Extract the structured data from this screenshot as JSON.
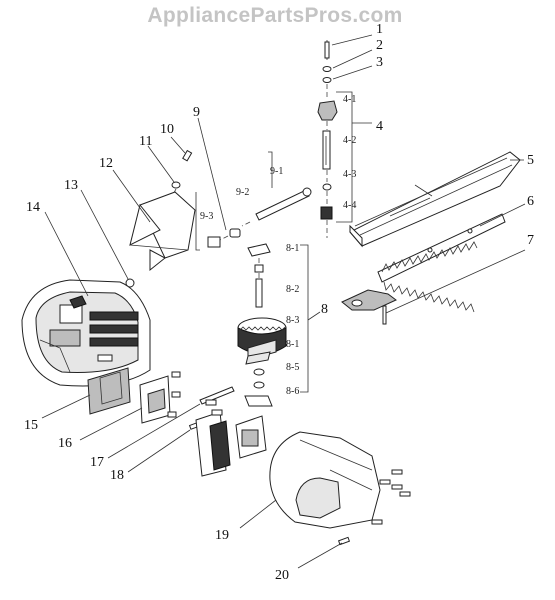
{
  "watermark": "AppliancePartsPros.com",
  "callouts": [
    "1",
    "2",
    "3",
    "4",
    "5",
    "6",
    "7",
    "8",
    "9",
    "10",
    "11",
    "12",
    "13",
    "14",
    "15",
    "16",
    "17",
    "18",
    "19",
    "20"
  ],
  "sublabels": {
    "s4_1": "4-1",
    "s4_2": "4-2",
    "s4_3": "4-3",
    "s4_4": "4-4",
    "s8_1a": "8-1",
    "s8_2": "8-2",
    "s8_3": "8-3",
    "s8_1b": "8-1",
    "s8_5": "8-5",
    "s8_6": "8-6",
    "s9_1": "9-1",
    "s9_2": "9-2",
    "s9_3": "9-3"
  }
}
